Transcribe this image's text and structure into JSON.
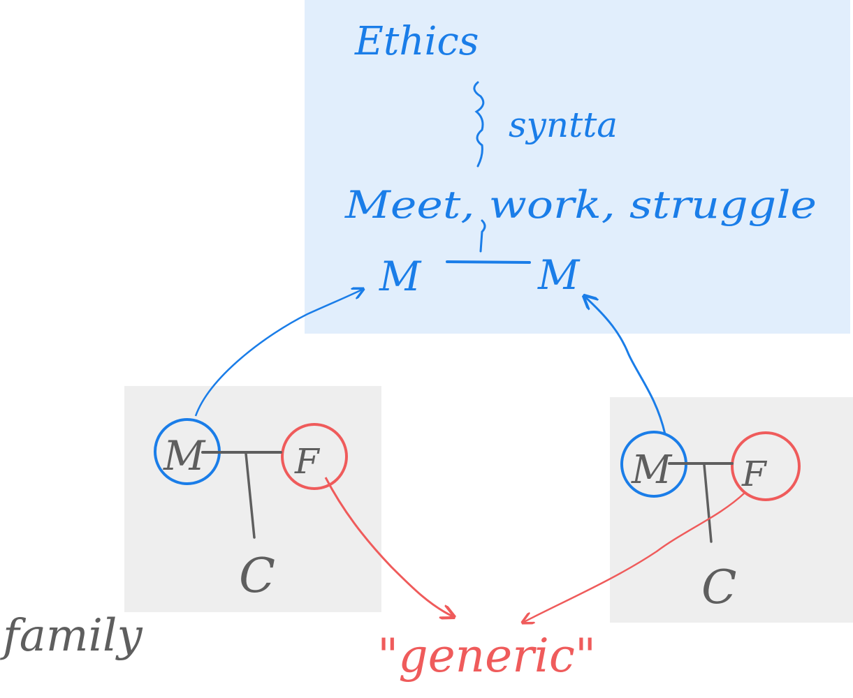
{
  "colors": {
    "blue": "#1a7de8",
    "red": "#ef5b5b",
    "gray": "#5e5e5e",
    "panel_blue": "#e1eefc",
    "panel_gray": "#eeeeee"
  },
  "labels": {
    "ethics": "Ethics",
    "syntax": "syntta",
    "meet_work_struggle": "Meet, work, struggle",
    "m_left": "M",
    "m_right": "M",
    "generic": "\"generic\"",
    "family": "family"
  },
  "family_left": {
    "m": "M",
    "f": "F",
    "c": "C"
  },
  "family_right": {
    "m": "M",
    "f": "F",
    "c": "C"
  }
}
